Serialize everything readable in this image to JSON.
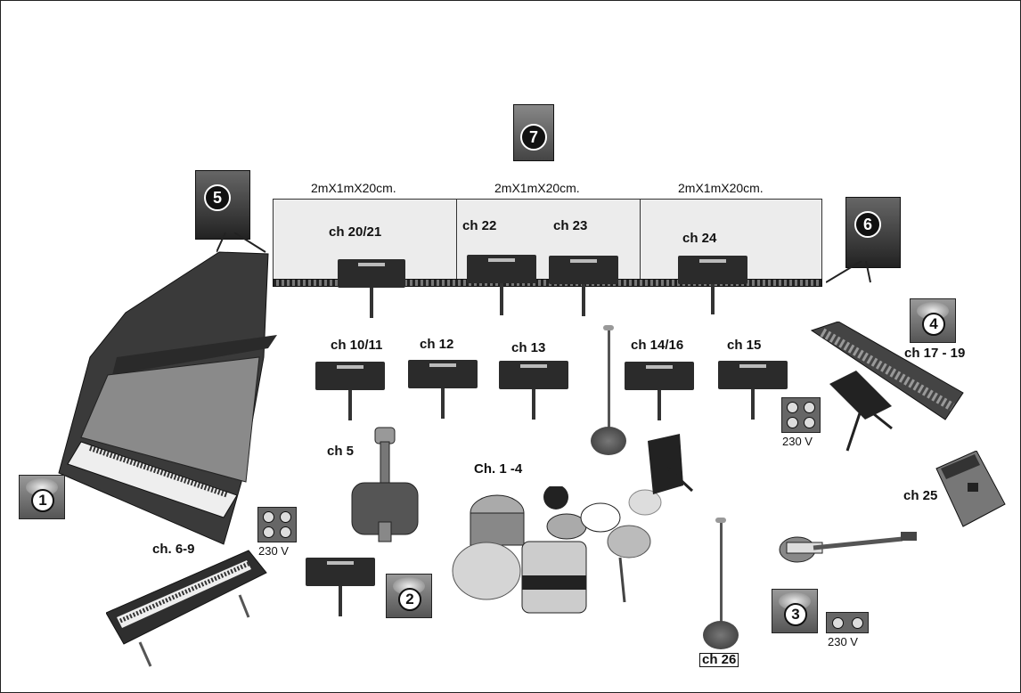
{
  "riser_labels": {
    "left": "2mX1mX20cm.",
    "center": "2mX1mX20cm.",
    "right": "2mX1mX20cm."
  },
  "monitors": {
    "m1": "1",
    "m2": "2",
    "m3": "3",
    "m4": "4",
    "m5": "5",
    "m6": "6",
    "m7": "7"
  },
  "channels": {
    "ch20_21": "ch 20/21",
    "ch22": "ch 22",
    "ch23": "ch 23",
    "ch24": "ch 24",
    "ch10_11": "ch 10/11",
    "ch12": "ch 12",
    "ch13": "ch 13",
    "ch14_16": "ch 14/16",
    "ch15": "ch 15",
    "ch17_19": "ch 17 - 19",
    "ch5": "ch 5",
    "ch1_4": "Ch. 1 -4",
    "ch6_9": "ch. 6-9",
    "ch25": "ch 25",
    "ch26": "ch 26"
  },
  "power": {
    "p1": "230 V",
    "p2": "230 V",
    "p3": "230 V"
  }
}
